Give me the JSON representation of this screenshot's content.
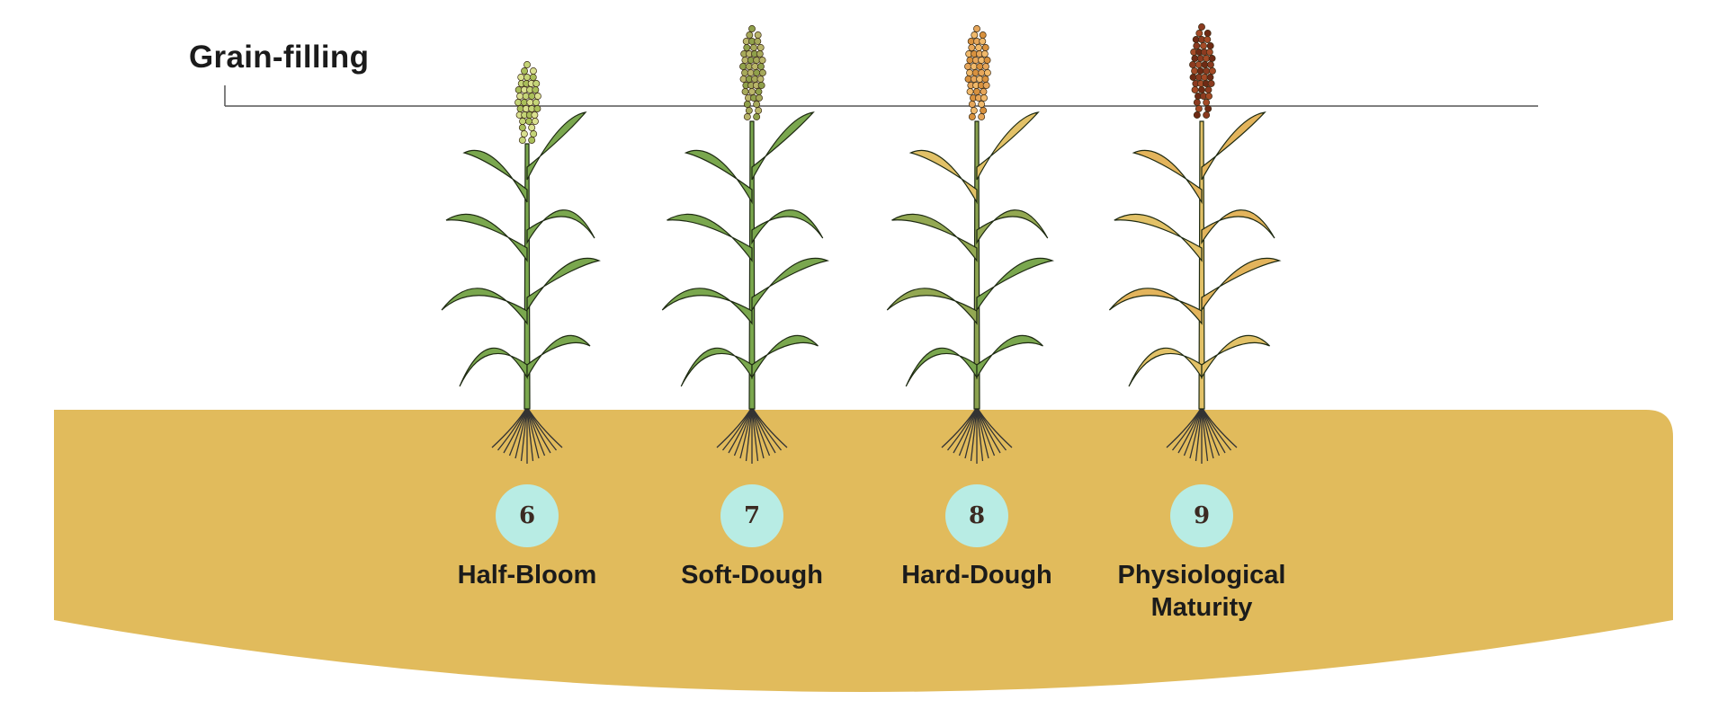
{
  "header": {
    "title": "Grain-filling"
  },
  "colors": {
    "soil": "#e1bb5c",
    "badge": "#b8ece4",
    "leaf_green": "#7aa74e",
    "leaf_olive": "#93a852",
    "leaf_yellow": "#e2c167",
    "leaf_tan": "#e3b45c",
    "stroke": "#1e2a12"
  },
  "stages": [
    {
      "number": "6",
      "label": "Half-Bloom",
      "panicle_icon": "green-panicle-icon",
      "leaf_style": "green"
    },
    {
      "number": "7",
      "label": "Soft-Dough",
      "panicle_icon": "olive-panicle-icon",
      "leaf_style": "green"
    },
    {
      "number": "8",
      "label": "Hard-Dough",
      "panicle_icon": "orange-panicle-icon",
      "leaf_style": "mixed"
    },
    {
      "number": "9",
      "label": "Physiological Maturity",
      "panicle_icon": "brown-panicle-icon",
      "leaf_style": "dry"
    }
  ]
}
